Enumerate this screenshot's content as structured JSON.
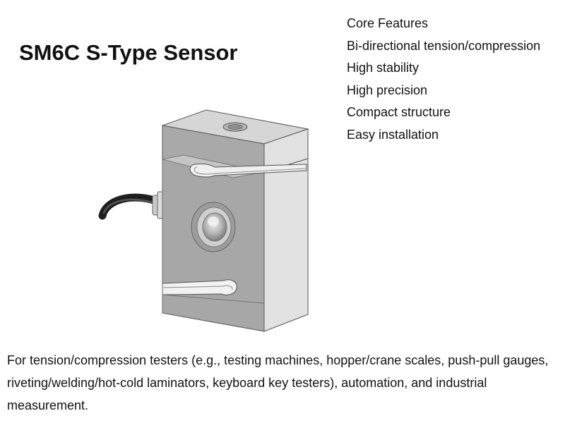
{
  "title": "SM6C S-Type Sensor",
  "features": [
    "Core Features",
    "Bi-directional tension/compression",
    "High stability",
    "High precision",
    "Compact structure",
    "Easy installation"
  ],
  "description": "For tension/compression testers (e.g., testing machines, hopper/crane scales, push-pull gauges, riveting/welding/hot-cold laminators, keyboard key testers), automation, and industrial measurement.",
  "colors": {
    "background": "#ffffff",
    "text": "#111111",
    "metal_front": "#a8a8a8",
    "metal_top": "#d6d6d6",
    "metal_side": "#e2e2e2",
    "cable": "#2d2d2d",
    "outline": "#555555"
  }
}
